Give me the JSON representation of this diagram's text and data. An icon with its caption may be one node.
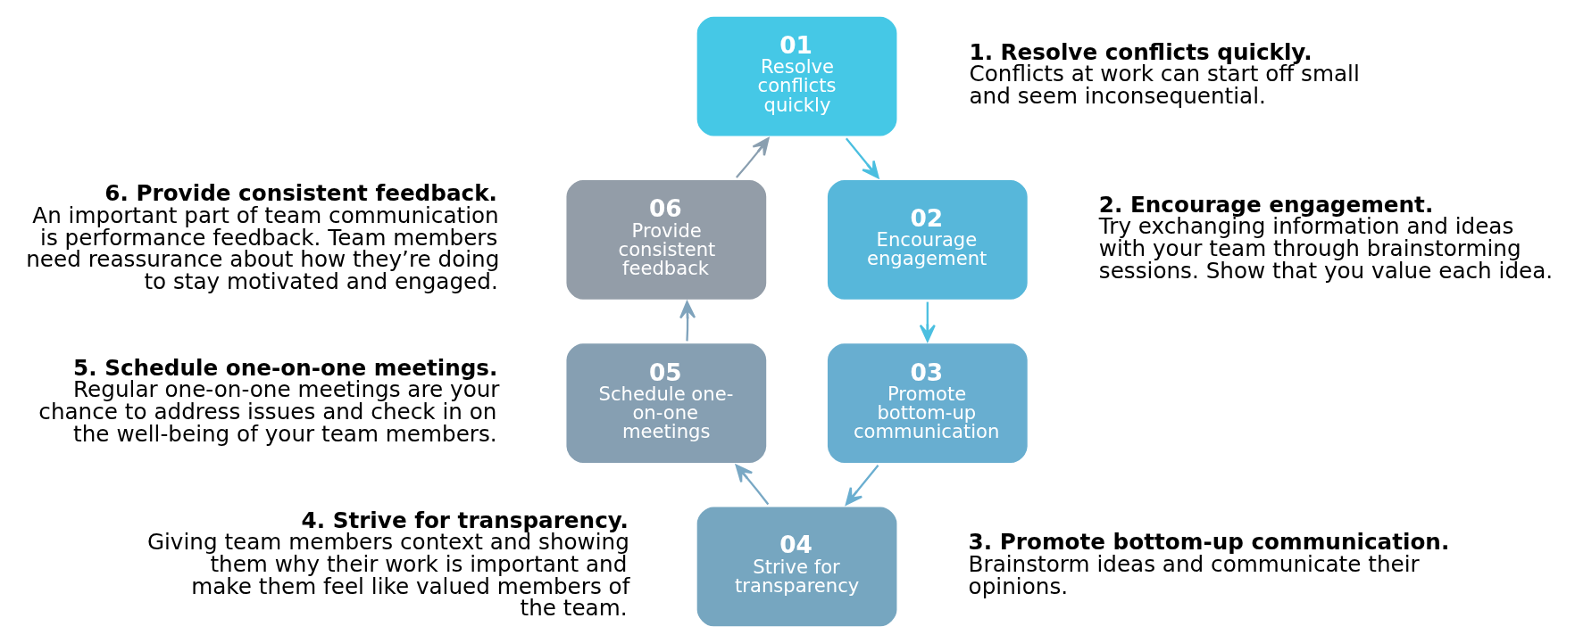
{
  "diagram": {
    "nodes": [
      {
        "text": [
          "01",
          "Resolve conflicts quickly"
        ]
      },
      {
        "text": [
          "02",
          "Encourage engagement"
        ]
      },
      {
        "text": [
          "03",
          "Promote bottom-up communication"
        ]
      },
      {
        "text": [
          "04",
          "Strive for transparency"
        ]
      },
      {
        "text": [
          "05",
          "Schedule one-on-one meetings"
        ]
      },
      {
        "text": [
          "06",
          "Provide consistent feedback"
        ]
      }
    ],
    "edges": [
      {
        "from": 0,
        "to": 1,
        "arrow": "to"
      },
      {
        "from": 1,
        "to": 2,
        "arrow": "to"
      },
      {
        "from": 2,
        "to": 3,
        "arrow": "to"
      },
      {
        "from": 3,
        "to": 4,
        "arrow": "to"
      },
      {
        "from": 4,
        "to": 5,
        "arrow": "to"
      },
      {
        "from": 5,
        "to": 0,
        "arrow": "to"
      }
    ],
    "labels": [
      "6. Provide consistent feedback.",
      "An important part of team communication is performance feedback. Team members need reassurance about how they’re doing to stay motivated and engaged.",
      "1. Resolve conflicts quickly.",
      "Conflicts at work can start off small and seem inconsequential.",
      "2. Encourage engagement.",
      "Try exchanging information and ideas with your team through brainstorming sessions. Show that you value each idea.",
      "5. Schedule one-on-one meetings.",
      "Regular one-on-one meetings are your chance to address issues and check in on the well-being of your team members.",
      "3. Promote bottom-up communication.",
      "Brainstorm ideas and communicate their opinions.",
      "4. Strive for transparency.",
      "Giving team members context and showing them why their work is important and make them feel like valued members of the team."
    ]
  }
}
